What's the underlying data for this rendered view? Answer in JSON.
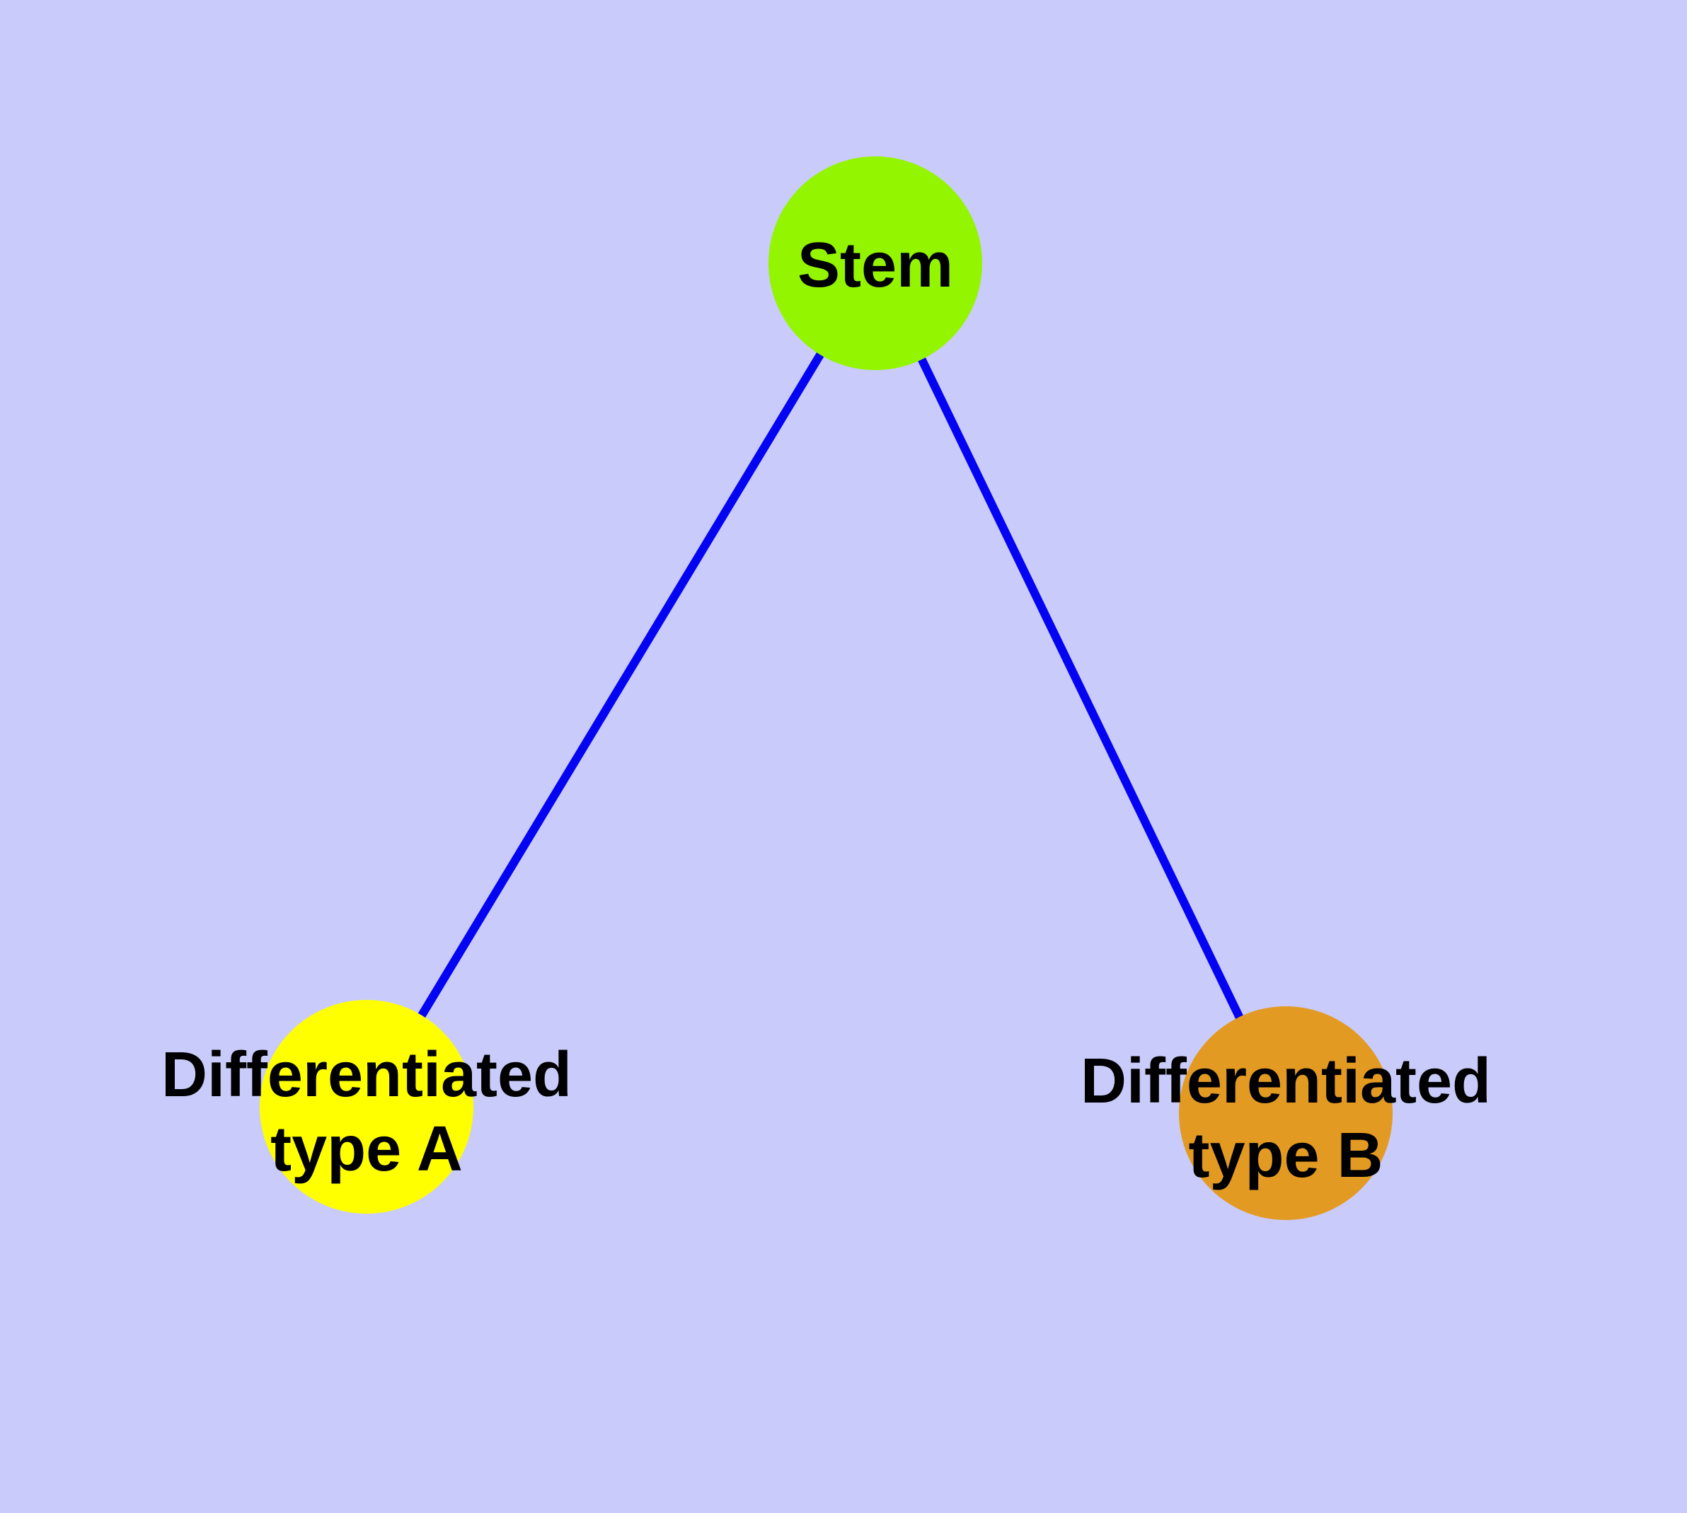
{
  "diagram": {
    "type": "graph",
    "title": "",
    "background_color": "#C9CBFA",
    "edge_color": "#0404F2",
    "node_border_color": "#6B6B6B",
    "label_color": "#000000",
    "nodes": [
      {
        "id": "stem",
        "label": "Stem",
        "label_lines": [
          "Stem"
        ],
        "color": "#94F500"
      },
      {
        "id": "differentiated-type-a",
        "label": "Differentiated type A",
        "label_lines": [
          "Differentiated",
          "type A"
        ],
        "color": "#FFFF00"
      },
      {
        "id": "differentiated-type-b",
        "label": "Differentiated type B",
        "label_lines": [
          "Differentiated",
          "type B"
        ],
        "color": "#E39A22"
      }
    ],
    "edges": [
      {
        "from": "Stem",
        "to": "Differentiated type A"
      },
      {
        "from": "Stem",
        "to": "Differentiated type B"
      }
    ]
  }
}
